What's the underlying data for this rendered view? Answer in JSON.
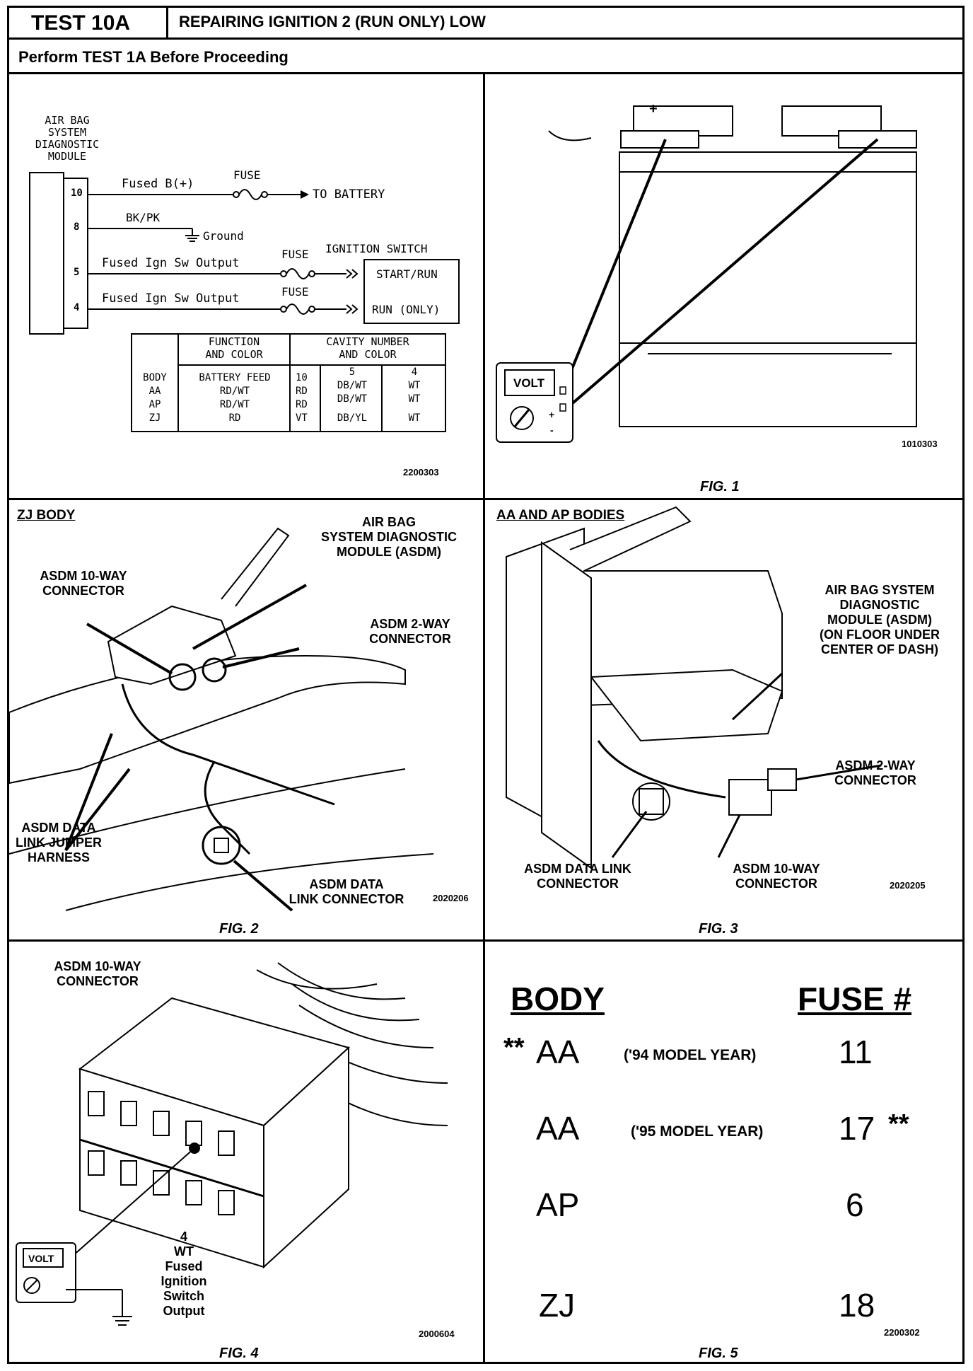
{
  "header": {
    "test_id": "TEST 10A",
    "title": "REPAIRING IGNITION 2 (RUN ONLY) LOW",
    "subtitle": "Perform TEST 1A Before Proceeding"
  },
  "schematic": {
    "module_label_1": "AIR BAG",
    "module_label_2": "SYSTEM",
    "module_label_3": "DIAGNOSTIC",
    "module_label_4": "MODULE",
    "pins": [
      "10",
      "8",
      "5",
      "4"
    ],
    "wire_10": "Fused B(+)",
    "fuse_label": "FUSE",
    "to_battery": "TO BATTERY",
    "wire_8": "BK/PK",
    "ground": "Ground",
    "wire_5": "Fused Ign Sw Output",
    "wire_4": "Fused Ign Sw Output",
    "ignition_switch": "IGNITION SWITCH",
    "start_run": "START/RUN",
    "run_only": "RUN (ONLY)",
    "code": "2200303"
  },
  "cavity_table": {
    "head_function_1": "FUNCTION",
    "head_function_2": "AND COLOR",
    "head_cavity_1": "CAVITY NUMBER",
    "head_cavity_2": "AND COLOR",
    "rows": [
      [
        "BODY",
        "BATTERY FEED",
        "10",
        "5",
        "4"
      ],
      [
        "AA",
        "RD/WT",
        "RD",
        "DB/WT",
        "WT"
      ],
      [
        "AP",
        "RD/WT",
        "RD",
        "DB/WT",
        "WT"
      ],
      [
        "ZJ",
        "RD",
        "VT",
        "DB/YL",
        "WT"
      ]
    ]
  },
  "fig1": {
    "volt": "VOLT",
    "plus": "+",
    "minus": "-",
    "code": "1010303",
    "caption": "FIG. 1"
  },
  "fig2": {
    "title": "ZJ BODY",
    "label_asdm_1": "AIR BAG",
    "label_asdm_2": "SYSTEM DIAGNOSTIC",
    "label_asdm_3": "MODULE (ASDM)",
    "label_10way_1": "ASDM 10-WAY",
    "label_10way_2": "CONNECTOR",
    "label_2way_1": "ASDM 2-WAY",
    "label_2way_2": "CONNECTOR",
    "label_jumper_1": "ASDM DATA",
    "label_jumper_2": "LINK JUMPER",
    "label_jumper_3": "HARNESS",
    "label_link_1": "ASDM DATA",
    "label_link_2": "LINK CONNECTOR",
    "code": "2020206",
    "caption": "FIG. 2"
  },
  "fig3": {
    "title": "AA AND AP BODIES",
    "label_asdm_1": "AIR BAG SYSTEM",
    "label_asdm_2": "DIAGNOSTIC",
    "label_asdm_3": "MODULE (ASDM)",
    "label_asdm_4": "(ON FLOOR UNDER",
    "label_asdm_5": "CENTER OF DASH)",
    "label_2way_1": "ASDM 2-WAY",
    "label_2way_2": "CONNECTOR",
    "label_link_1": "ASDM DATA LINK",
    "label_link_2": "CONNECTOR",
    "label_10way_1": "ASDM 10-WAY",
    "label_10way_2": "CONNECTOR",
    "code": "2020205",
    "caption": "FIG. 3"
  },
  "fig4": {
    "label_10way_1": "ASDM 10-WAY",
    "label_10way_2": "CONNECTOR",
    "pin": "4",
    "color": "WT",
    "desc_1": "Fused Ignition",
    "desc_2": "Switch Output",
    "volt": "VOLT",
    "code": "2000604",
    "caption": "FIG. 4"
  },
  "fig5": {
    "head_body": "BODY",
    "head_fuse": "FUSE #",
    "rows": [
      {
        "prefix": "**",
        "body": "AA",
        "note": "('94 MODEL YEAR)",
        "fuse": "11",
        "suffix": ""
      },
      {
        "prefix": "",
        "body": "AA",
        "note": "('95 MODEL YEAR)",
        "fuse": "17",
        "suffix": "**"
      },
      {
        "prefix": "",
        "body": "AP",
        "note": "",
        "fuse": "6",
        "suffix": ""
      },
      {
        "prefix": "",
        "body": "ZJ",
        "note": "",
        "fuse": "18",
        "suffix": ""
      }
    ],
    "code": "2200302",
    "caption": "FIG. 5"
  }
}
